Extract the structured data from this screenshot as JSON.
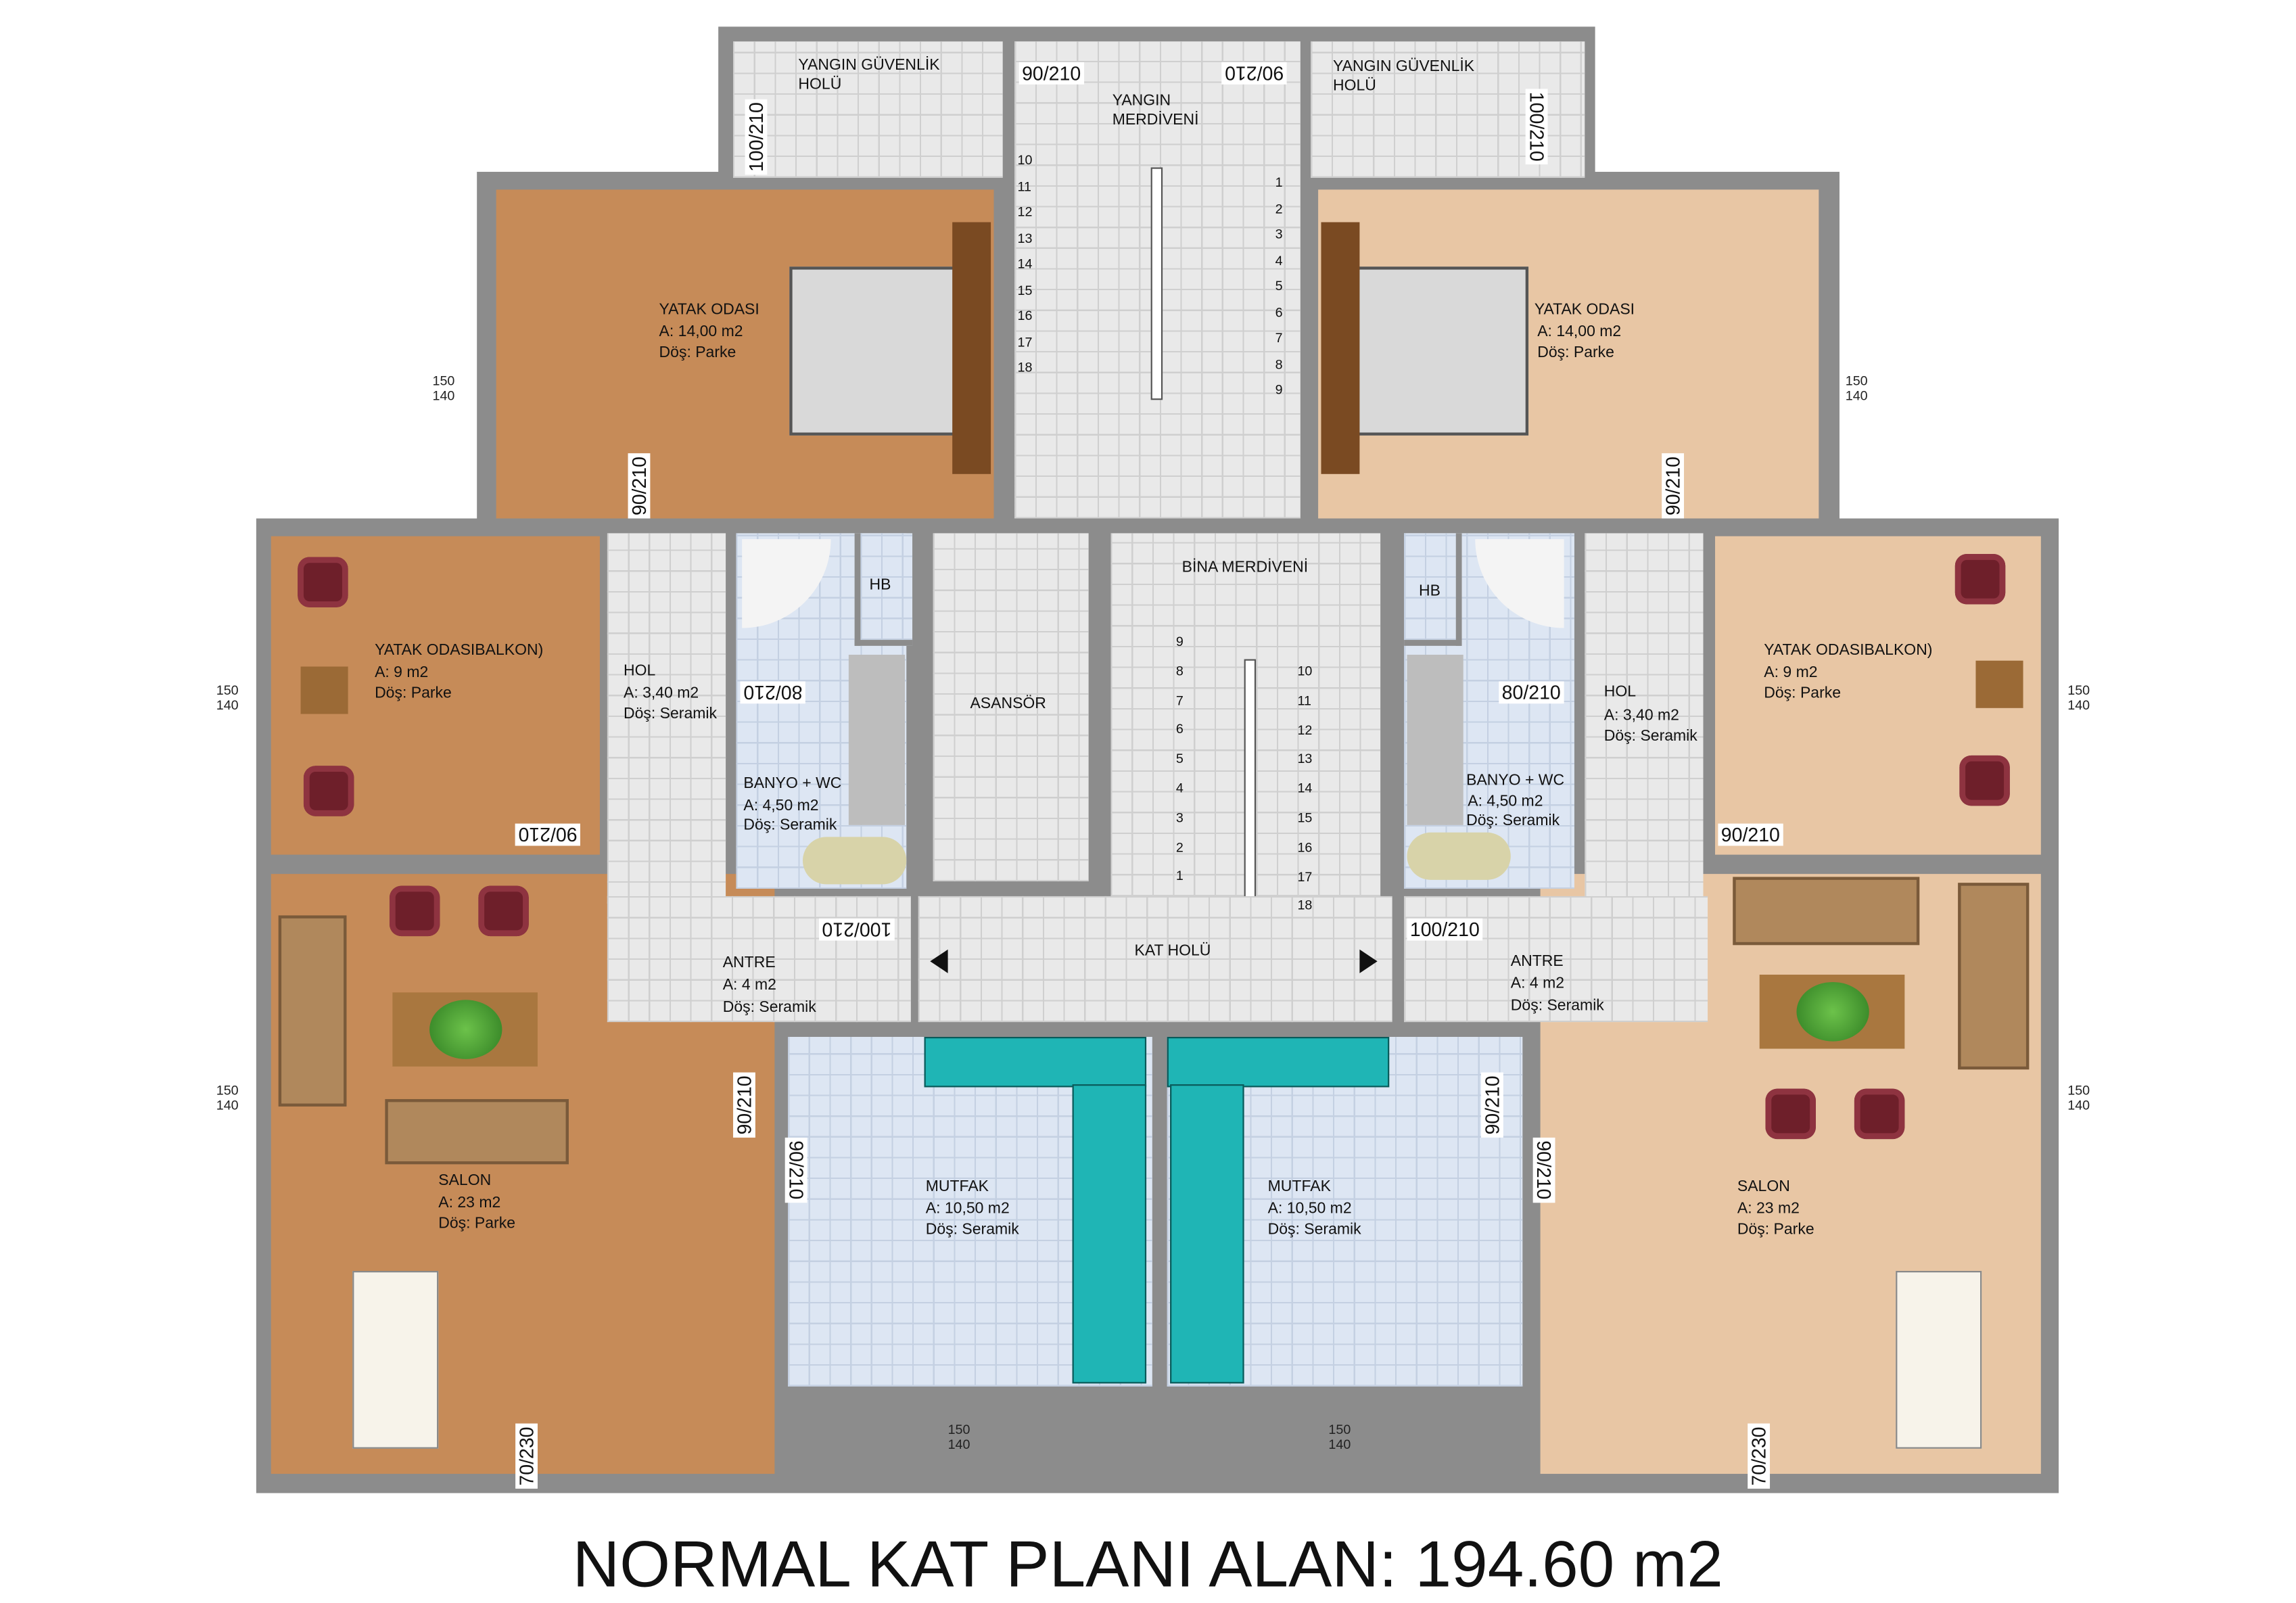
{
  "title": "NORMAL KAT PLANI ALAN: 194.60 m2",
  "rooms": {
    "fire_hall_left": {
      "name": "YANGIN GÜVENLİK HOLÜ"
    },
    "fire_hall_right": {
      "name": "YANGIN GÜVENLİK HOLÜ"
    },
    "fire_stair": {
      "name": "YANGIN MERDİVENİ"
    },
    "bedroom_left": {
      "name": "YATAK ODASI",
      "area": "A: 14,00 m2",
      "floor": "Döş: Parke"
    },
    "bedroom_right": {
      "name": "YATAK ODASI",
      "area": "A: 14,00 m2",
      "floor": "Döş: Parke"
    },
    "balcony_room_left": {
      "name": "YATAK ODASIBALKON)",
      "area": "A: 9 m2",
      "floor": "Döş: Parke"
    },
    "balcony_room_right": {
      "name": "YATAK ODASIBALKON)",
      "area": "A: 9 m2",
      "floor": "Döş: Parke"
    },
    "hall_left": {
      "name": "HOL",
      "area": "A: 3,40 m2",
      "floor": "Döş: Seramik"
    },
    "hall_right": {
      "name": "HOL",
      "area": "A: 3,40 m2",
      "floor": "Döş: Seramik"
    },
    "bath_left": {
      "name": "BANYO + WC",
      "area": "A: 4,50 m2",
      "floor": "Döş: Seramik",
      "hb": "HB"
    },
    "bath_right": {
      "name": "BANYO + WC",
      "area": "A: 4,50 m2",
      "floor": "Döş: Seramik",
      "hb": "HB"
    },
    "elevator": {
      "name": "ASANSÖR"
    },
    "building_stair": {
      "name": "BİNA MERDİVENİ"
    },
    "floor_hall": {
      "name": "KAT HOLÜ"
    },
    "entry_left": {
      "name": "ANTRE",
      "area": "A: 4 m2",
      "floor": "Döş: Seramik"
    },
    "entry_right": {
      "name": "ANTRE",
      "area": "A: 4 m2",
      "floor": "Döş: Seramik"
    },
    "living_left": {
      "name": "SALON",
      "area": "A: 23 m2",
      "floor": "Döş: Parke"
    },
    "living_right": {
      "name": "SALON",
      "area": "A: 23 m2",
      "floor": "Döş: Parke"
    },
    "kitchen_left": {
      "name": "MUTFAK",
      "area": "A: 10,50 m2",
      "floor": "Döş: Seramik"
    },
    "kitchen_right": {
      "name": "MUTFAK",
      "area": "A: 10,50 m2",
      "floor": "Döş: Seramik"
    }
  },
  "doors": {
    "d100": "100/210",
    "d90": "90/210",
    "d80": "80/210",
    "d70": "70/230"
  },
  "windows": {
    "top": "150",
    "bottom": "140"
  },
  "fire_stair_steps_right": [
    "1",
    "2",
    "3",
    "4",
    "5",
    "6",
    "7",
    "8",
    "9"
  ],
  "fire_stair_steps_left": [
    "10",
    "11",
    "12",
    "13",
    "14",
    "15",
    "16",
    "17",
    "18"
  ],
  "building_stair_steps_left": [
    "9",
    "8",
    "7",
    "6",
    "5",
    "4",
    "3",
    "2",
    "1"
  ],
  "building_stair_steps_right": [
    "10",
    "11",
    "12",
    "13",
    "14",
    "15",
    "16",
    "17",
    "18"
  ],
  "colors": {
    "wall": "#8c8c8c",
    "parquet_left": "#c68b58",
    "parquet_right": "#e8c6a4",
    "ceramic": "#e9e9e9",
    "wet_area": "#dde6f3",
    "counter": "#1fb5b5"
  }
}
